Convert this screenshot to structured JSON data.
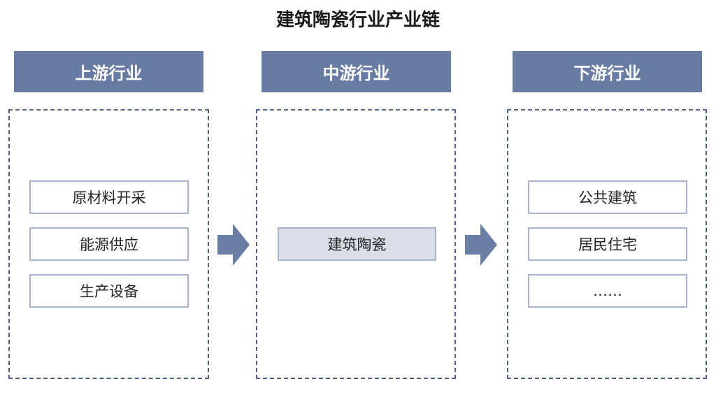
{
  "title": "建筑陶瓷行业产业链",
  "columns": [
    {
      "header": "上游行业",
      "items": [
        "原材料开采",
        "能源供应",
        "生产设备"
      ]
    },
    {
      "header": "中游行业",
      "items": [
        "建筑陶瓷"
      ]
    },
    {
      "header": "下游行业",
      "items": [
        "公共建筑",
        "居民住宅",
        "……"
      ]
    }
  ],
  "colors": {
    "header_bg": "#677ba3",
    "arrow": "#6a7ea6",
    "panel_border": "#4f6186",
    "item_border": "#a9b4cc",
    "center_item_bg": "#d9dde8"
  },
  "icons": {
    "flow_arrow": "right-arrow-icon"
  }
}
